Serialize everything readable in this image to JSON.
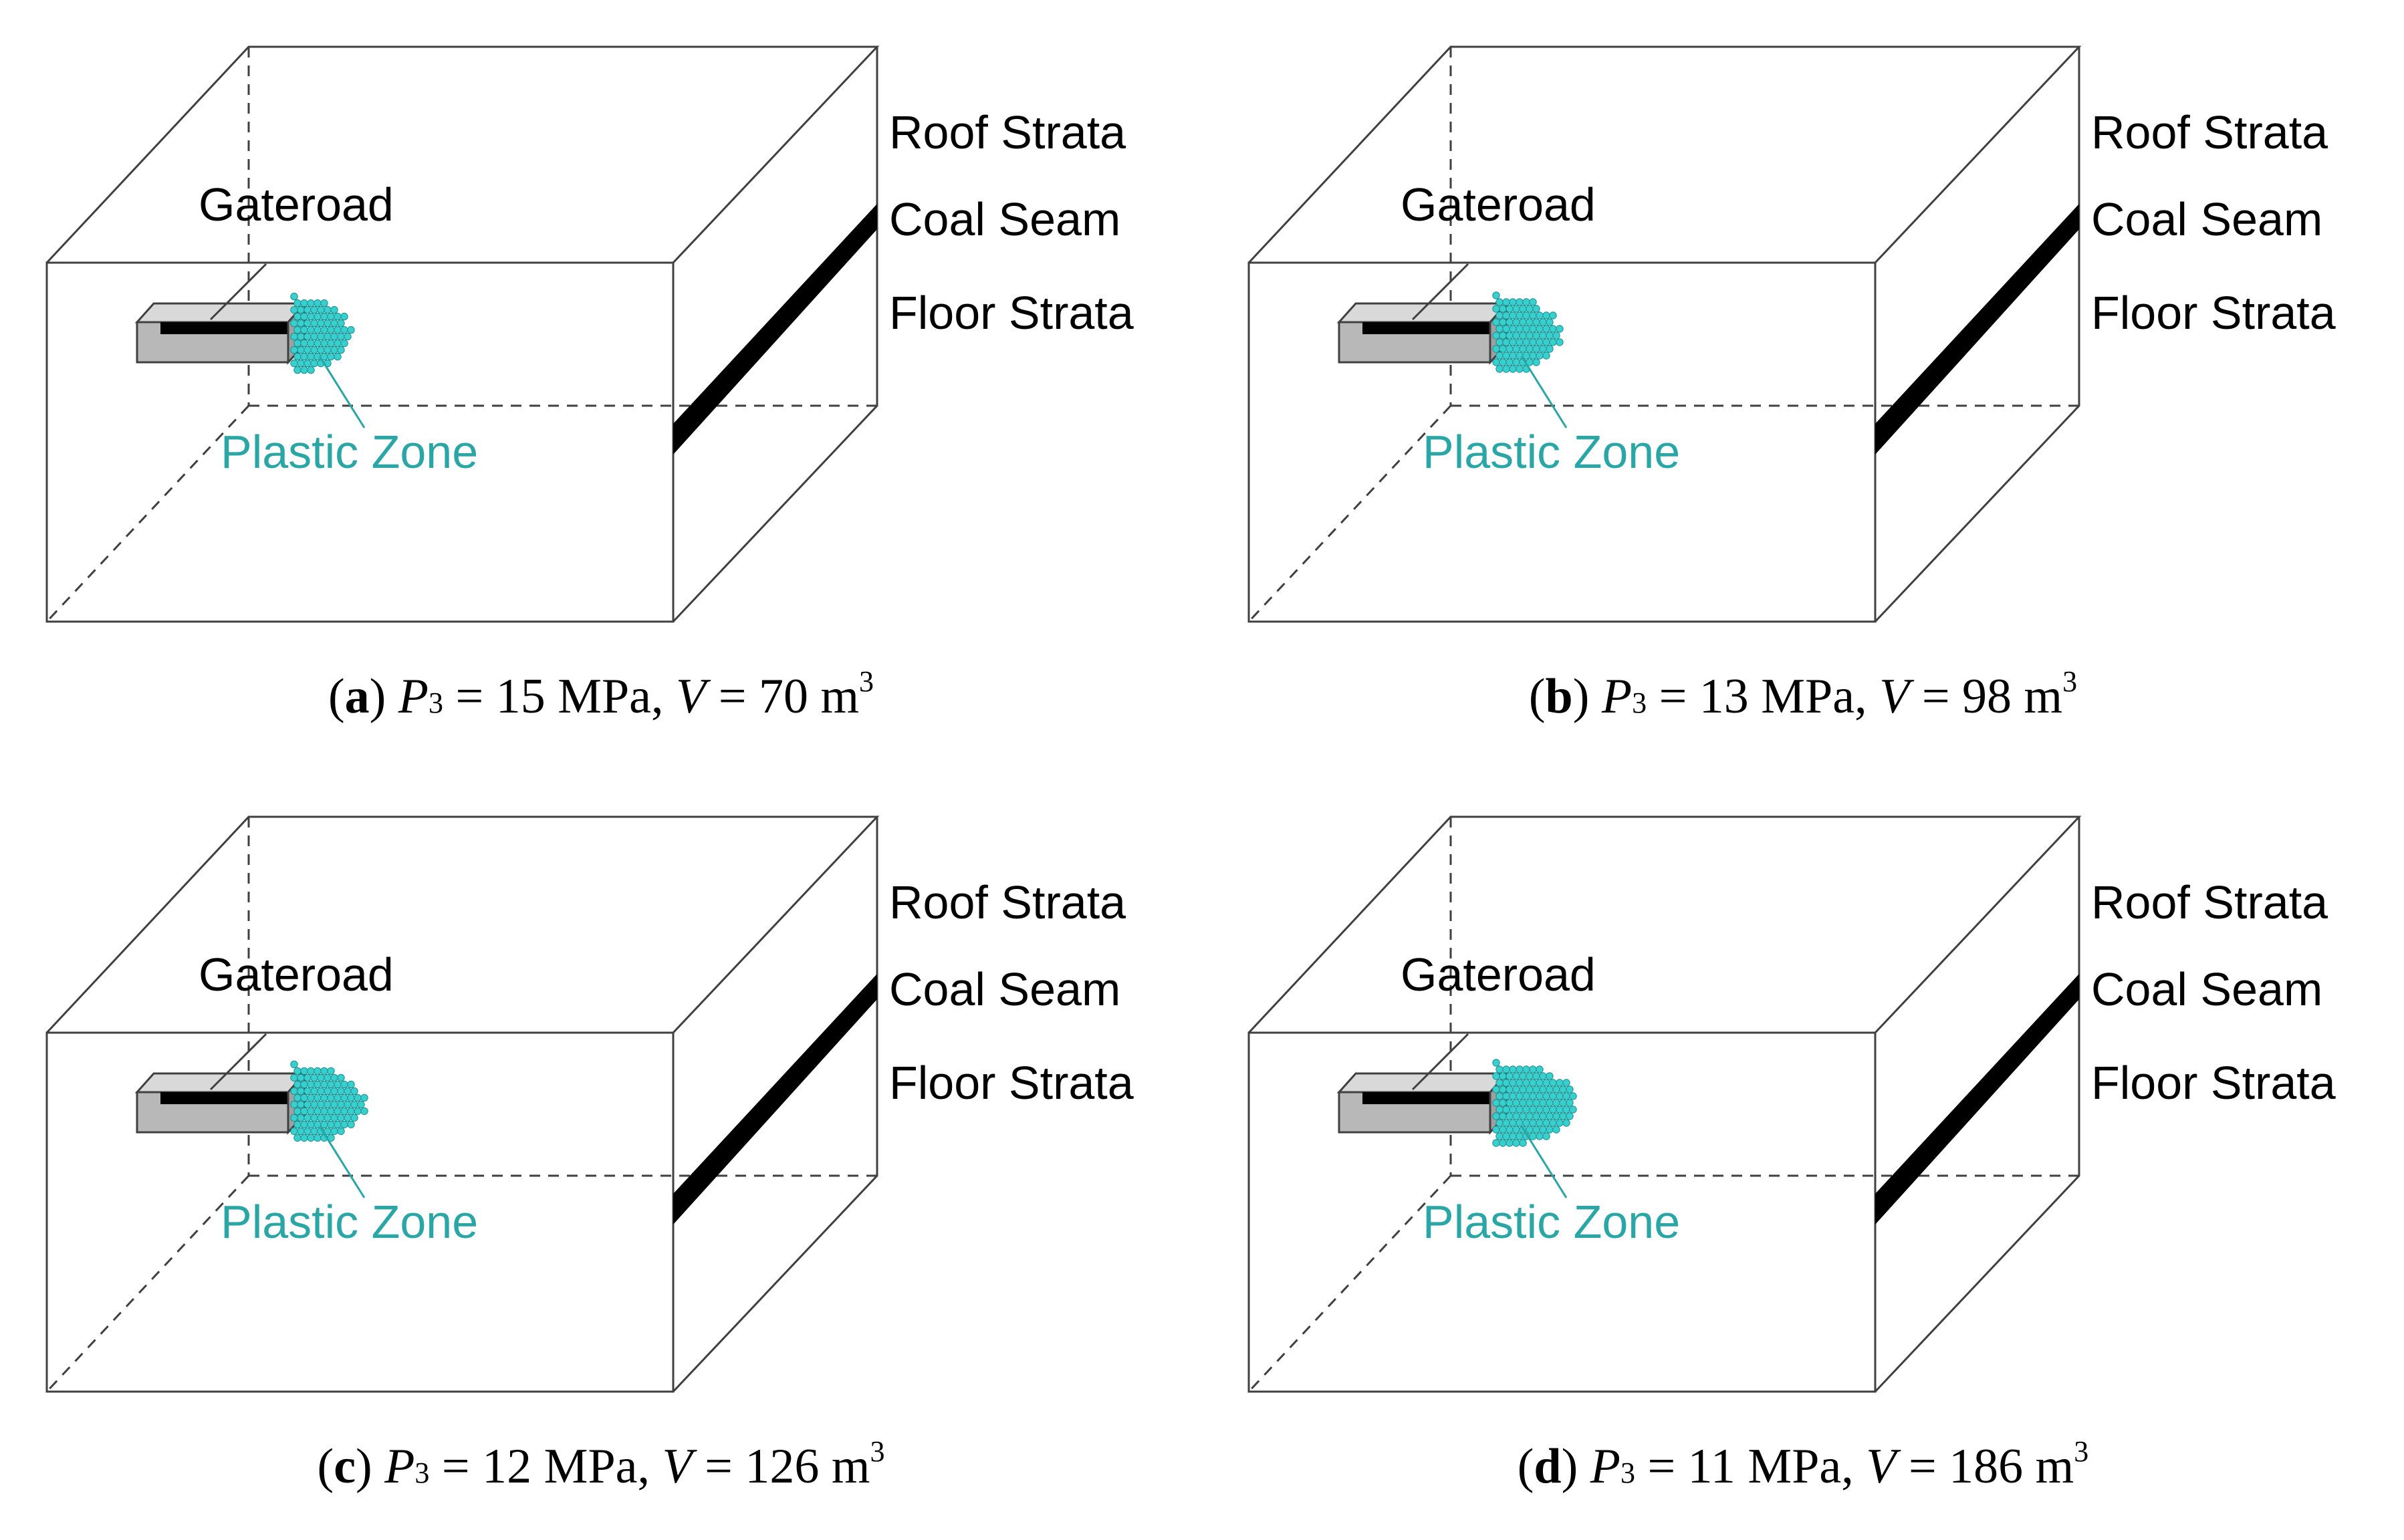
{
  "colors": {
    "plastic": "#2AA6A6",
    "plastic_fill": "#38CFCF",
    "gateroad_fill": "#B8B8B8",
    "seam": "#000000",
    "edge": "#404040"
  },
  "panels": [
    {
      "letter": "a",
      "label_roof": "Roof Strata",
      "label_coal": "Coal Seam",
      "label_floor": "Floor Strata",
      "label_gateroad": "Gateroad",
      "label_plastic": "Plastic Zone",
      "p_value": "15 MPa",
      "v_value": "70 m",
      "zone_rows": 8
    },
    {
      "letter": "b",
      "label_roof": "Roof Strata",
      "label_coal": "Coal Seam",
      "label_floor": "Floor Strata",
      "label_gateroad": "Gateroad",
      "label_plastic": "Plastic Zone",
      "p_value": "13 MPa",
      "v_value": "98 m",
      "zone_rows": 10
    },
    {
      "letter": "c",
      "label_roof": "Roof Strata",
      "label_coal": "Coal Seam",
      "label_floor": "Floor Strata",
      "label_gateroad": "Gateroad",
      "label_plastic": "Plastic Zone",
      "p_value": "12 MPa",
      "v_value": "126 m",
      "zone_rows": 12
    },
    {
      "letter": "d",
      "label_roof": "Roof Strata",
      "label_coal": "Coal Seam",
      "label_floor": "Floor Strata",
      "label_gateroad": "Gateroad",
      "label_plastic": "Plastic Zone",
      "p_value": "11 MPa",
      "v_value": "186 m",
      "zone_rows": 15
    }
  ],
  "caption_parts": {
    "p_symbol": "P",
    "p_subscript": "3",
    "v_symbol": "V",
    "v_superscript": "3",
    "equals": "=",
    "separator": ",",
    "open": "(",
    "close": ")"
  }
}
